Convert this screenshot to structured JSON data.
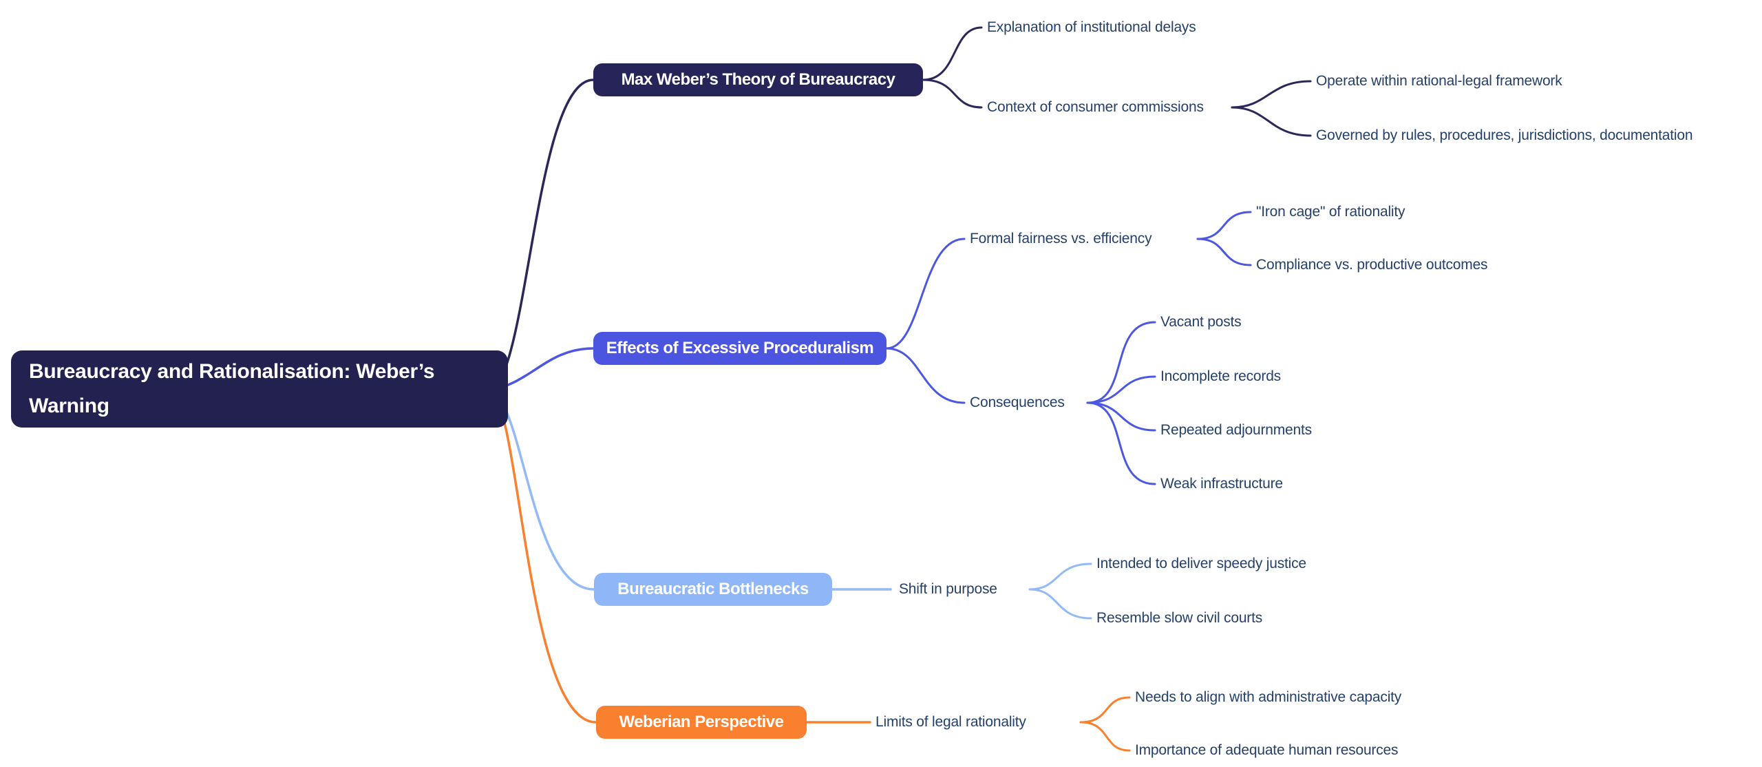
{
  "colors": {
    "background": "#FFFFFF",
    "root_bg": "#232150",
    "node_text": "#FFFFFF",
    "label_text": "#254069",
    "branch1_bg": "#262459",
    "branch1_line": "#2A2858",
    "branch2_bg": "#4C55DF",
    "branch2_line": "#4C57E2",
    "branch3_bg": "#8FB7F7",
    "branch3_line": "#93B9F6",
    "branch4_bg": "#F8802F",
    "branch4_line": "#F8802F"
  },
  "mindmap": {
    "root": {
      "label": "Bureaucracy and Rationalisation: Weber’s Warning",
      "label_line1": "Bureaucracy and Rationalisation: Weber’s",
      "label_line2": "Warning"
    },
    "branches": [
      {
        "label": "Max Weber’s Theory of Bureaucracy",
        "children": [
          {
            "label": "Explanation of institutional delays"
          },
          {
            "label": "Context of consumer commissions",
            "children": [
              {
                "label": "Operate within rational-legal framework"
              },
              {
                "label": "Governed by rules, procedures, jurisdictions, documentation"
              }
            ]
          }
        ]
      },
      {
        "label": "Effects of Excessive Proceduralism",
        "children": [
          {
            "label": "Formal fairness vs. efficiency",
            "children": [
              {
                "label": "\"Iron cage\" of rationality"
              },
              {
                "label": "Compliance vs. productive outcomes"
              }
            ]
          },
          {
            "label": "Consequences",
            "children": [
              {
                "label": "Vacant posts"
              },
              {
                "label": "Incomplete records"
              },
              {
                "label": "Repeated adjournments"
              },
              {
                "label": "Weak infrastructure"
              }
            ]
          }
        ]
      },
      {
        "label": "Bureaucratic Bottlenecks",
        "children": [
          {
            "label": "Shift in purpose",
            "children": [
              {
                "label": "Intended to deliver speedy justice"
              },
              {
                "label": "Resemble slow civil courts"
              }
            ]
          }
        ]
      },
      {
        "label": "Weberian Perspective",
        "children": [
          {
            "label": "Limits of legal rationality",
            "children": [
              {
                "label": "Needs to align with administrative capacity"
              },
              {
                "label": "Importance of adequate human resources"
              }
            ]
          }
        ]
      }
    ]
  }
}
